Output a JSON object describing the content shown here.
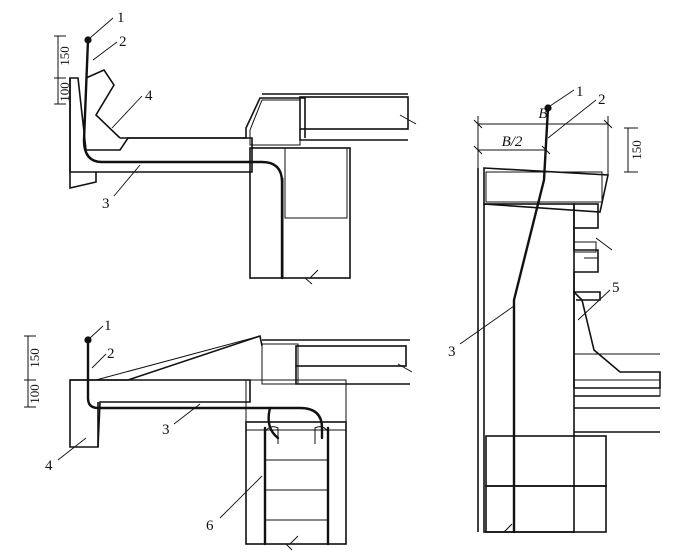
{
  "diagram": {
    "callouts": [
      "1",
      "2",
      "3",
      "4",
      "5",
      "6"
    ],
    "dimensions": {
      "d100": "100",
      "d150": "150",
      "width": "B",
      "half_width": "B/2"
    }
  }
}
